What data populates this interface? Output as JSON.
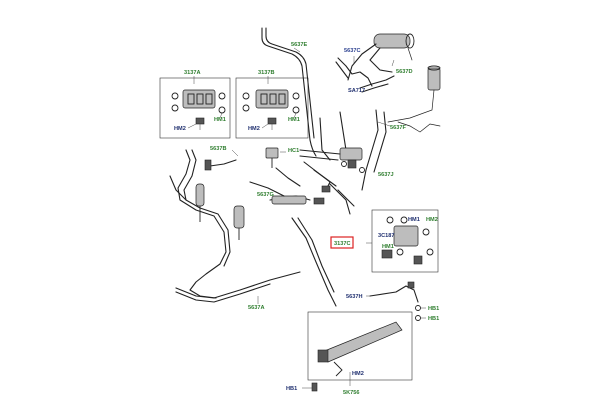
{
  "labels": {
    "l5637E": "5637E",
    "l5637C": "5637C",
    "l5637D": "5637D",
    "l3137A": "3137A",
    "l3137B": "3137B",
    "lSA717": "SA717",
    "lHM1a": "HM1",
    "lHM1b": "HM1",
    "lHM2a": "HM2",
    "lHM2b": "HM2",
    "l5637F": "5637F",
    "l5637B": "5637B",
    "lHC1": "HC1",
    "l5637J": "5637J",
    "l5637G": "5637G",
    "lHM1c": "HM1",
    "lHM2c": "HM2",
    "l3C187": "3C187",
    "l3137C": "3137C",
    "lHM1d": "HM1",
    "l5637A": "5637A",
    "l5637H": "5637H",
    "lHB1a": "HB1",
    "lHB1b": "HB1",
    "lHM2d": "HM2",
    "lHB1c": "HB1",
    "l5K756": "5K756"
  }
}
